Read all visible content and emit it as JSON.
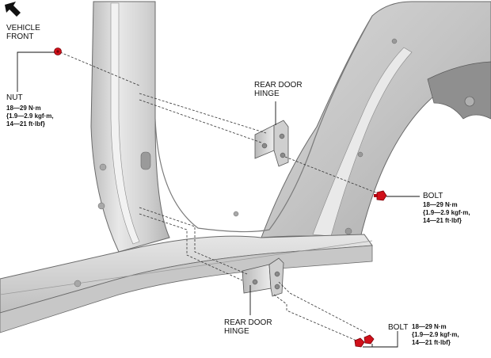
{
  "direction": {
    "line1": "VEHICLE",
    "line2": "FRONT",
    "icon": "arrow-up-left-icon"
  },
  "callouts": {
    "nut": {
      "title": "NUT",
      "torque": [
        "18—29 N·m",
        "{1.9—2.9 kgf·m,",
        "14—21 ft·lbf}"
      ]
    },
    "upper_hinge": {
      "line1": "REAR DOOR",
      "line2": "HINGE"
    },
    "upper_bolt": {
      "title": "BOLT",
      "torque": [
        "18—29 N·m",
        "{1.9—2.9 kgf·m,",
        "14—21 ft·lbf}"
      ]
    },
    "lower_hinge": {
      "line1": "REAR DOOR",
      "line2": "HINGE"
    },
    "lower_bolt": {
      "title": "BOLT",
      "torque": [
        "18—29 N·m",
        "{1.9—2.9 kgf·m,",
        "14—21 ft·lbf}"
      ]
    }
  },
  "colors": {
    "fastener": "#d0101a",
    "body_fill": "#dcdcdc",
    "outline": "#6a6a6a"
  }
}
